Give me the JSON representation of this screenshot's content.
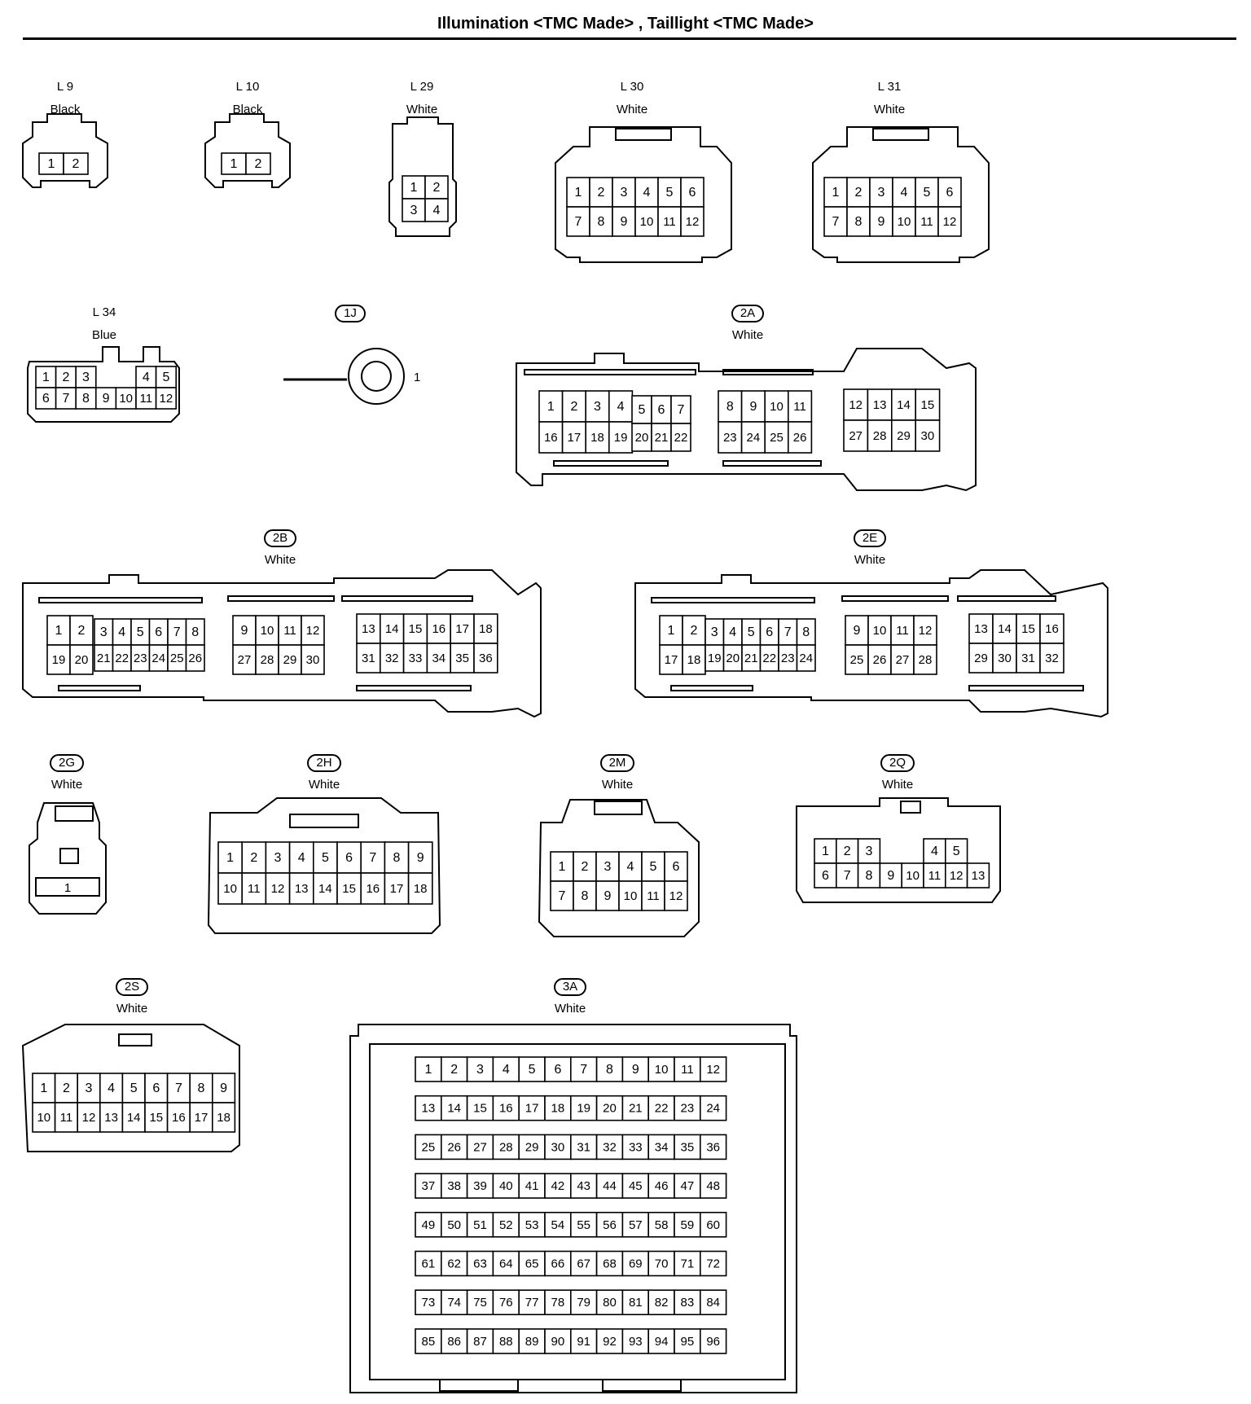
{
  "title": "Illumination <TMC Made> , Taillight <TMC Made>",
  "connectors": [
    {
      "id": "L9",
      "label": "L 9",
      "color": "Black",
      "pins": [
        [
          "1",
          "2"
        ]
      ]
    },
    {
      "id": "L10",
      "label": "L 10",
      "color": "Black",
      "pins": [
        [
          "1",
          "2"
        ]
      ]
    },
    {
      "id": "L29",
      "label": "L 29",
      "color": "White",
      "pins": [
        [
          "1",
          "2"
        ],
        [
          "3",
          "4"
        ]
      ]
    },
    {
      "id": "L30",
      "label": "L 30",
      "color": "White",
      "pins": [
        [
          "1",
          "2",
          "3",
          "4",
          "5",
          "6"
        ],
        [
          "7",
          "8",
          "9",
          "10",
          "11",
          "12"
        ]
      ]
    },
    {
      "id": "L31",
      "label": "L 31",
      "color": "White",
      "pins": [
        [
          "1",
          "2",
          "3",
          "4",
          "5",
          "6"
        ],
        [
          "7",
          "8",
          "9",
          "10",
          "11",
          "12"
        ]
      ]
    },
    {
      "id": "L34",
      "label": "L 34",
      "color": "Blue",
      "pins": [
        [
          "1",
          "2",
          "3",
          "",
          "",
          "4",
          "5"
        ],
        [
          "6",
          "7",
          "8",
          "9",
          "10",
          "11",
          "12"
        ]
      ]
    },
    {
      "id": "1J",
      "label": "1J",
      "color": "",
      "pins": [
        [
          "1"
        ]
      ]
    },
    {
      "id": "2A",
      "label": "2A",
      "color": "White",
      "groups": [
        [
          [
            "1",
            "2",
            "3",
            "4"
          ],
          [
            "16",
            "17",
            "18",
            "19"
          ]
        ],
        [
          [
            "5",
            "6",
            "7"
          ],
          [
            "20",
            "21",
            "22"
          ]
        ],
        [
          [
            "8",
            "9",
            "10",
            "11"
          ],
          [
            "23",
            "24",
            "25",
            "26"
          ]
        ],
        [
          [
            "12",
            "13",
            "14",
            "15"
          ],
          [
            "27",
            "28",
            "29",
            "30"
          ]
        ]
      ]
    },
    {
      "id": "2B",
      "label": "2B",
      "color": "White",
      "groups": [
        [
          [
            "1",
            "2"
          ],
          [
            "19",
            "20"
          ]
        ],
        [
          [
            "3",
            "4",
            "5",
            "6",
            "7",
            "8"
          ],
          [
            "21",
            "22",
            "23",
            "24",
            "25",
            "26"
          ]
        ],
        [
          [
            "9",
            "10",
            "11",
            "12"
          ],
          [
            "27",
            "28",
            "29",
            "30"
          ]
        ],
        [
          [
            "13",
            "14",
            "15",
            "16",
            "17",
            "18"
          ],
          [
            "31",
            "32",
            "33",
            "34",
            "35",
            "36"
          ]
        ]
      ]
    },
    {
      "id": "2E",
      "label": "2E",
      "color": "White",
      "groups": [
        [
          [
            "1",
            "2"
          ],
          [
            "17",
            "18"
          ]
        ],
        [
          [
            "3",
            "4",
            "5",
            "6",
            "7",
            "8"
          ],
          [
            "19",
            "20",
            "21",
            "22",
            "23",
            "24"
          ]
        ],
        [
          [
            "9",
            "10",
            "11",
            "12"
          ],
          [
            "25",
            "26",
            "27",
            "28"
          ]
        ],
        [
          [
            "13",
            "14",
            "15",
            "16"
          ],
          [
            "29",
            "30",
            "31",
            "32"
          ]
        ]
      ]
    },
    {
      "id": "2G",
      "label": "2G",
      "color": "White",
      "pins": [
        [
          "1"
        ]
      ]
    },
    {
      "id": "2H",
      "label": "2H",
      "color": "White",
      "pins": [
        [
          "1",
          "2",
          "3",
          "4",
          "5",
          "6",
          "7",
          "8",
          "9"
        ],
        [
          "10",
          "11",
          "12",
          "13",
          "14",
          "15",
          "16",
          "17",
          "18"
        ]
      ]
    },
    {
      "id": "2M",
      "label": "2M",
      "color": "White",
      "pins": [
        [
          "1",
          "2",
          "3",
          "4",
          "5",
          "6"
        ],
        [
          "7",
          "8",
          "9",
          "10",
          "11",
          "12"
        ]
      ]
    },
    {
      "id": "2Q",
      "label": "2Q",
      "color": "White",
      "pins": [
        [
          "1",
          "2",
          "3",
          "",
          "",
          "4",
          "5"
        ],
        [
          "6",
          "7",
          "8",
          "9",
          "10",
          "11",
          "12",
          "13"
        ]
      ]
    },
    {
      "id": "2S",
      "label": "2S",
      "color": "White",
      "pins": [
        [
          "1",
          "2",
          "3",
          "4",
          "5",
          "6",
          "7",
          "8",
          "9"
        ],
        [
          "10",
          "11",
          "12",
          "13",
          "14",
          "15",
          "16",
          "17",
          "18"
        ]
      ]
    },
    {
      "id": "3A",
      "label": "3A",
      "color": "White",
      "rows": 8,
      "cols": 12
    }
  ]
}
